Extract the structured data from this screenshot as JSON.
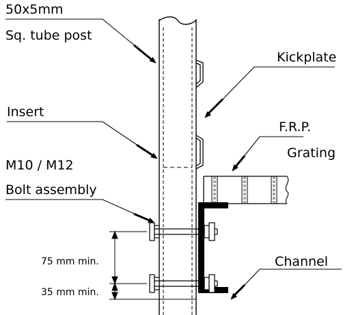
{
  "labels": {
    "post_line1": "50x5mm",
    "post_line2": "Sq. tube post",
    "kickplate": "Kickplate",
    "insert": "Insert",
    "frp_line1": "F.R.P.",
    "frp_line2": "Grating",
    "bolt_line1": "M10 / M12",
    "bolt_line2": "Bolt assembly",
    "dim_75": "75 mm min.",
    "dim_35": "35 mm min.",
    "channel": "Channel"
  },
  "colors": {
    "ink": "#000000",
    "background": "#ffffff"
  }
}
